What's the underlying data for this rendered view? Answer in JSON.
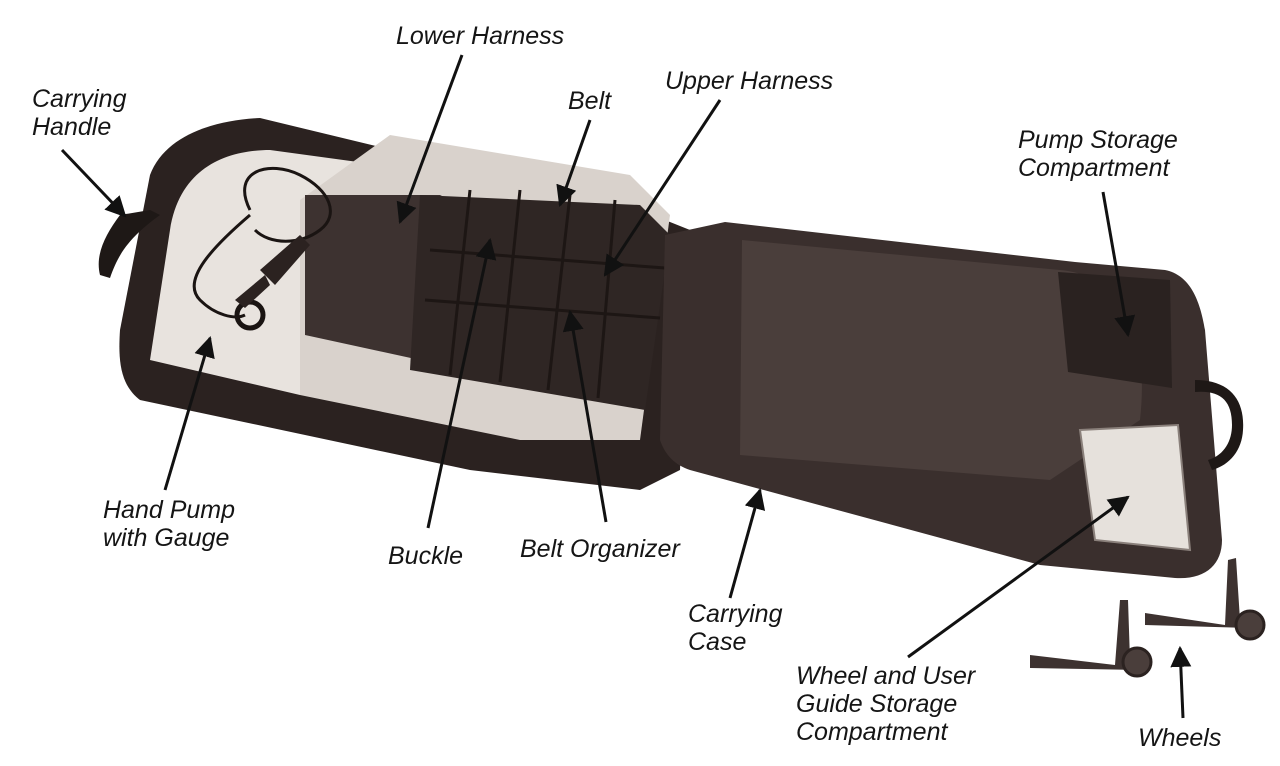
{
  "labels": {
    "lower_harness": "Lower Harness",
    "belt": "Belt",
    "upper_harness": "Upper Harness",
    "carrying_handle": [
      "Carrying",
      "Handle"
    ],
    "pump_storage": [
      "Pump Storage",
      "Compartment"
    ],
    "hand_pump": [
      "Hand Pump",
      "with Gauge"
    ],
    "buckle": "Buckle",
    "belt_organizer": "Belt Organizer",
    "carrying_case": [
      "Carrying",
      "Case"
    ],
    "wheel_guide_storage": [
      "Wheel and User",
      "Guide Storage",
      "Compartment"
    ],
    "wheels": "Wheels"
  },
  "colors": {
    "case_dark": "#2b2220",
    "case_mid": "#3d3230",
    "panel": "#4a3e3b",
    "cushion": "#d9d2cc",
    "cushion_light": "#ece7e2",
    "arrow": "#111111",
    "paper": "#e6e1dc"
  }
}
